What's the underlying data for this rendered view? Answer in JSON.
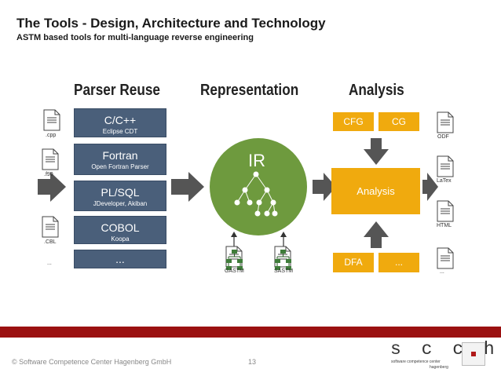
{
  "header": {
    "title": "The Tools - Design, Architecture and Technology",
    "subtitle": "ASTM based tools for multi-language reverse engineering"
  },
  "columns": {
    "parser_reuse": "Parser Reuse",
    "representation": "Representation",
    "analysis": "Analysis"
  },
  "input_files": [
    ".cpp",
    ".f90",
    ".CBL",
    "..."
  ],
  "parsers": [
    {
      "name": "C/C++",
      "detail": "Eclipse CDT"
    },
    {
      "name": "Fortran",
      "detail": "Open Fortran Parser"
    },
    {
      "name": "PL/SQL",
      "detail": "JDeveloper, Akiban"
    },
    {
      "name": "COBOL",
      "detail": "Koopa"
    },
    {
      "name": "...",
      "detail": ""
    }
  ],
  "representation": {
    "ir_label": "IR",
    "inputs": [
      "GASTM",
      "SASTM"
    ]
  },
  "analysis": {
    "top_boxes": [
      "CFG",
      "CG"
    ],
    "center": "Analysis",
    "bottom_boxes": [
      "DFA",
      "..."
    ]
  },
  "output_files": [
    "ODF",
    "LaTex",
    "HTML",
    "..."
  ],
  "colors": {
    "parser_box": "#4a5f7a",
    "ir_circle": "#6e9a3e",
    "analysis_box": "#f0aa0e",
    "arrow": "#555555",
    "footer_bar": "#9b1111"
  },
  "footer": {
    "copyright": "© Software Competence Center Hagenberg GmbH",
    "page_number": "13"
  },
  "logo": {
    "text": "s c c h",
    "line1": "software competence center",
    "line2": "hagenberg"
  }
}
